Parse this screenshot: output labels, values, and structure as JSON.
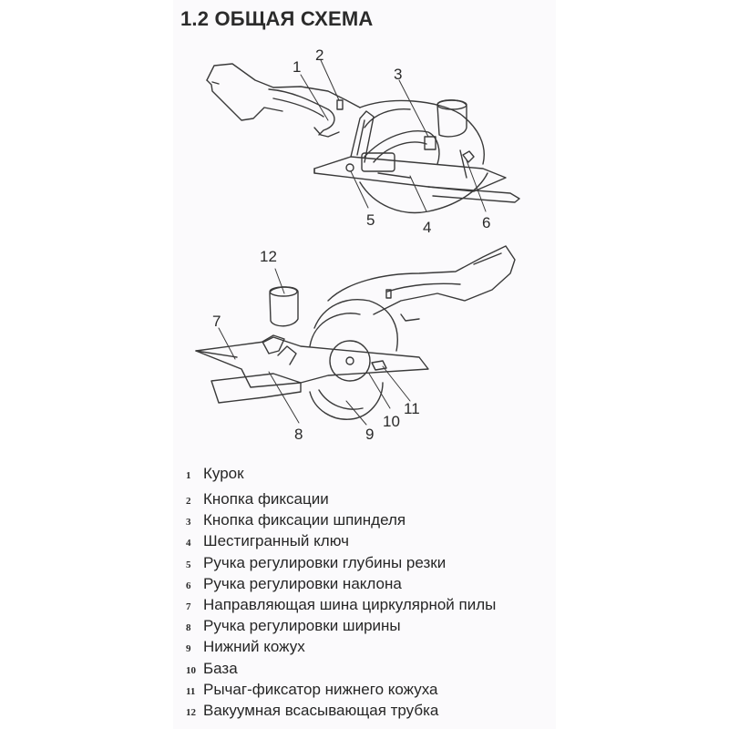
{
  "section": {
    "title": "1.2 ОБЩАЯ СХЕМА"
  },
  "diagram": {
    "top_view_callouts": [
      "1",
      "2",
      "3",
      "4",
      "5",
      "6"
    ],
    "bottom_view_callouts": [
      "7",
      "8",
      "9",
      "10",
      "11",
      "12"
    ],
    "line_color": "#3a3a3a"
  },
  "legend": {
    "items": [
      {
        "num": "1",
        "label": "Курок"
      },
      {
        "num": "2",
        "label": "Кнопка фиксации"
      },
      {
        "num": "3",
        "label": "Кнопка фиксации шпинделя"
      },
      {
        "num": "4",
        "label": "Шестигранный ключ"
      },
      {
        "num": "5",
        "label": "Ручка регулировки глубины резки"
      },
      {
        "num": "6",
        "label": "Ручка регулировки наклона"
      },
      {
        "num": "7",
        "label": "Направляющая шина циркулярной пилы"
      },
      {
        "num": "8",
        "label": "Ручка регулировки ширины"
      },
      {
        "num": "9",
        "label": "Нижний кожух"
      },
      {
        "num": "10",
        "label": "База"
      },
      {
        "num": "11",
        "label": "Рычаг-фиксатор нижнего кожуха"
      },
      {
        "num": "12",
        "label": "Вакуумная всасывающая трубка"
      }
    ]
  }
}
